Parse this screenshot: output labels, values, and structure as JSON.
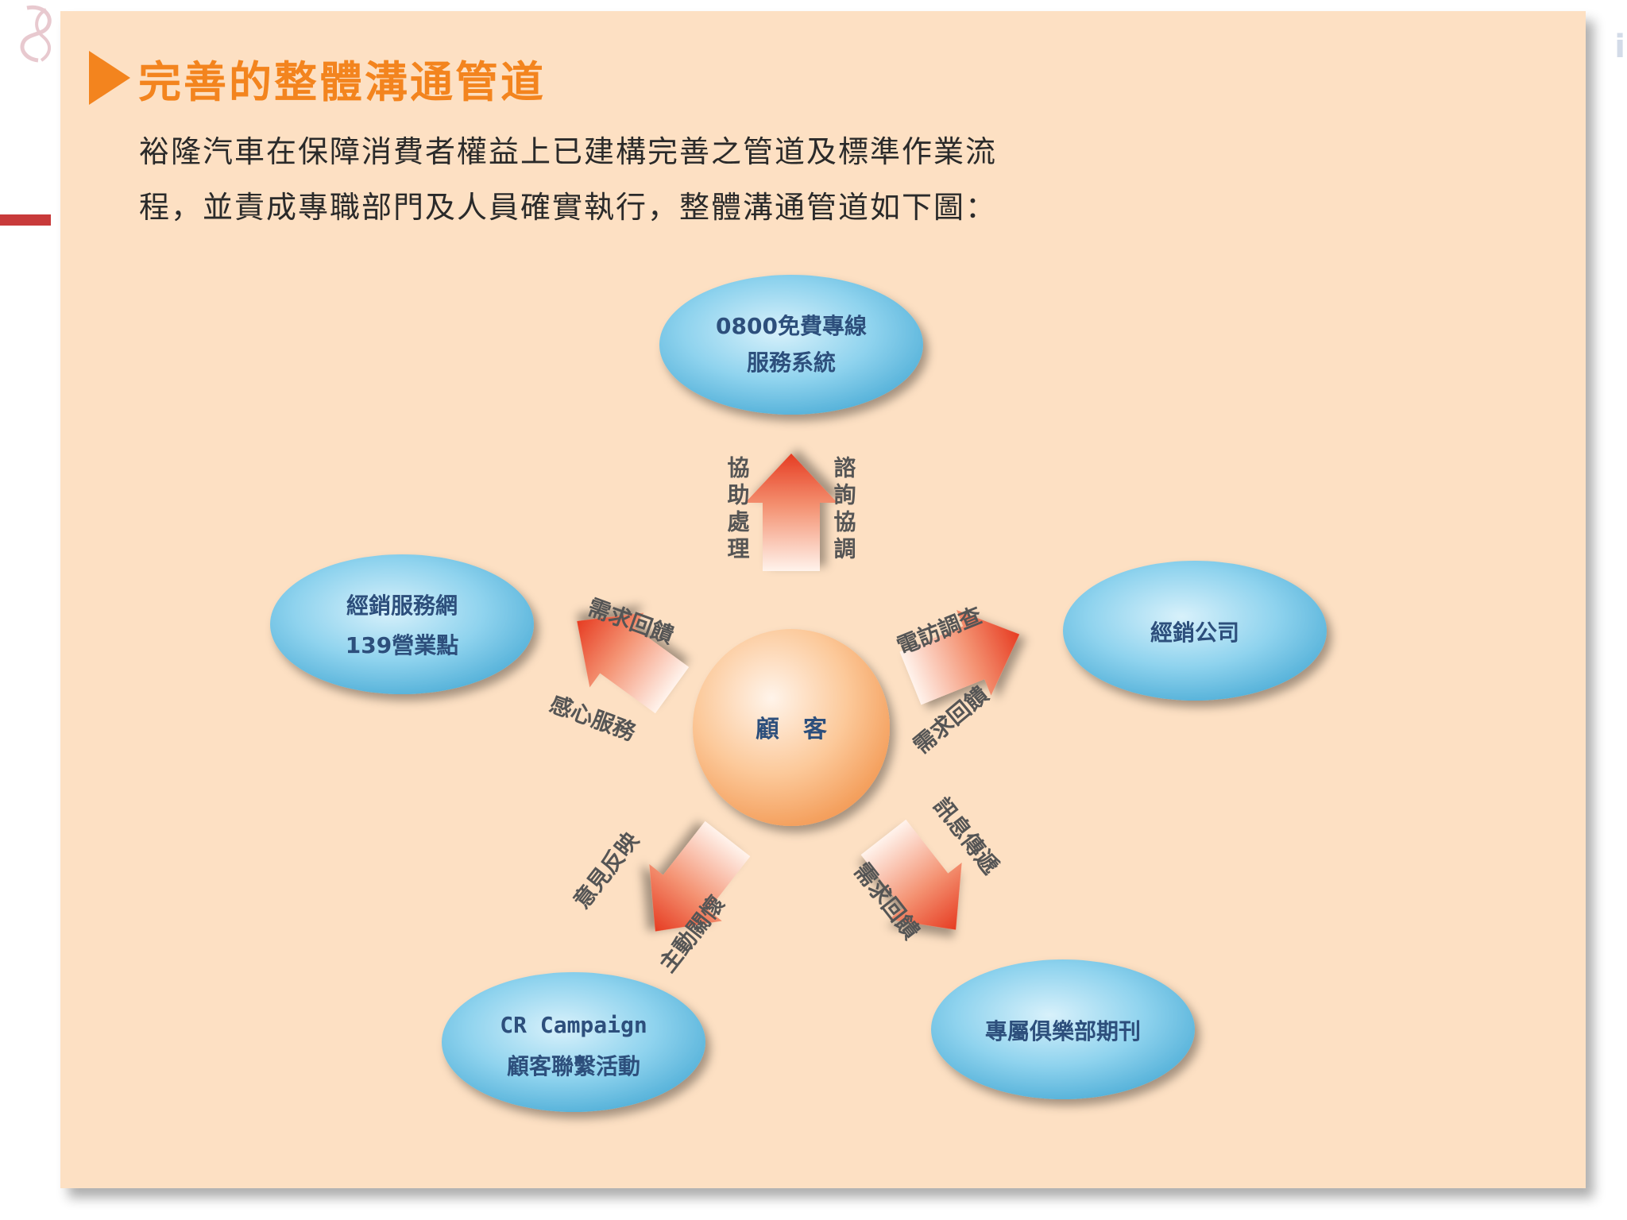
{
  "heading": {
    "title": "完善的整體溝通管道"
  },
  "intro": {
    "line1": "裕隆汽車在保障消費者權益上已建構完善之管道及標準作業流",
    "line2": "程，並責成專職部門及人員確實執行，整體溝通管道如下圖："
  },
  "colors": {
    "panel_bg": "#fde0c3",
    "accent": "#f3841e",
    "node_fill": "#8fd3ee",
    "arrow": "#e8402b",
    "node_text": "#2d4f7c"
  },
  "diagram": {
    "center": {
      "label": "顧　客"
    },
    "nodes": {
      "top": {
        "line1": "0800免費專線",
        "line2": "服務系統"
      },
      "left": {
        "line1": "經銷服務網",
        "line2": "139營業點"
      },
      "right": {
        "line1": "經銷公司"
      },
      "bottom_left": {
        "line1": "CR Campaign",
        "line2": "顧客聯繫活動"
      },
      "bottom_right": {
        "line1": "專屬俱樂部期刊"
      }
    },
    "arrow_labels": {
      "top_left": "協助處理",
      "top_right": "諮詢協調",
      "left_upper": "需求回饋",
      "left_lower": "感心服務",
      "right_upper": "電訪調查",
      "right_lower": "需求回饋",
      "bottom_left_upper": "意見反映",
      "bottom_left_lower": "主動關懷",
      "bottom_right_upper": "訊息傳遞",
      "bottom_right_lower": "需求回饋"
    }
  }
}
